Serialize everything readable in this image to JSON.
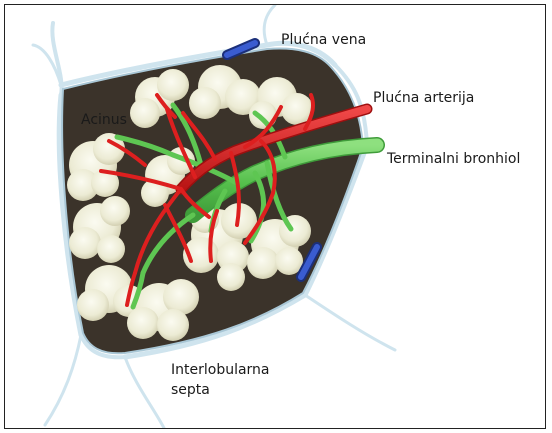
{
  "labels": {
    "vein": "Plućna vena",
    "artery": "Plućna arterija",
    "bronchiole": "Terminalni bronhiol",
    "acinus": "Acinus",
    "septa_line1": "Interlobularna",
    "septa_line2": "septa"
  },
  "colors": {
    "lobule_fill": "#3b332a",
    "septa": "#cfe4ee",
    "alveoli": "#f1f0de",
    "artery": "#dd1f1f",
    "bronchiole": "#62c95a",
    "vein": "#2443a8"
  }
}
